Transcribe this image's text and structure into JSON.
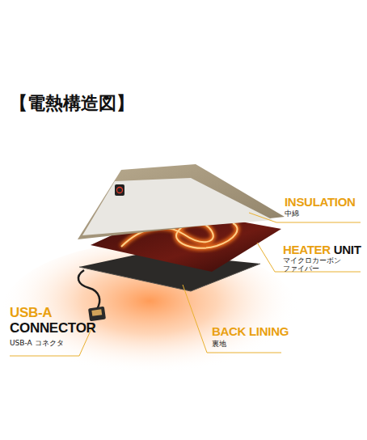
{
  "diagram": {
    "title": "【電熱構造図】",
    "labels": [
      "INSULATION",
      "中綿",
      "HEATER",
      "UNIT",
      "マイクロカーボン ファイバー",
      "USB-A",
      "CONNECTOR",
      "USB-A コネクタ",
      "BACK LINING",
      "裏地"
    ]
  }
}
